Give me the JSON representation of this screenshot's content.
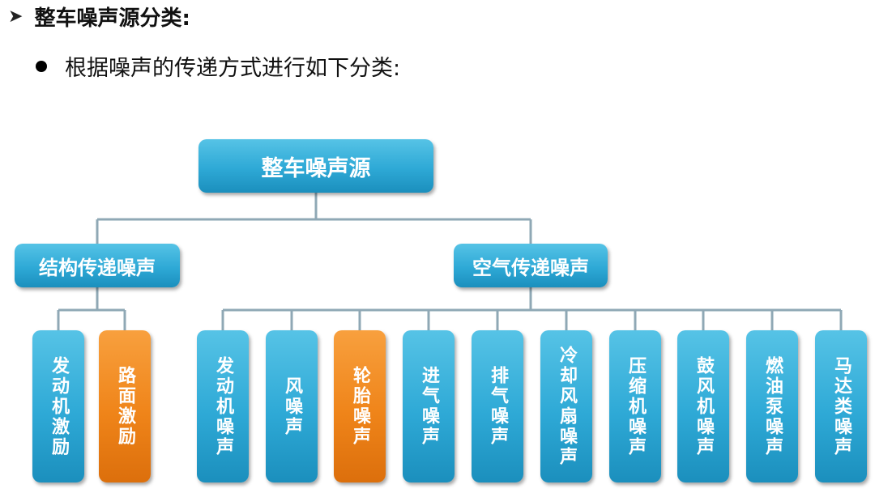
{
  "heading": {
    "arrow_icon": "triangle-right-icon",
    "text": "整车噪声源分类:"
  },
  "bullet": {
    "text": "根据噪声的传递方式进行如下分类:"
  },
  "tree": {
    "root": "整车噪声源",
    "structural": {
      "label": "结构传递噪声",
      "leaves": [
        "发动机激励",
        "路面激励"
      ]
    },
    "airborne": {
      "label": "空气传递噪声",
      "leaves": [
        "发动机噪声",
        "风噪声",
        "轮胎噪声",
        "进气噪声",
        "排气噪声",
        "冷却风扇噪声",
        "压缩机噪声",
        "鼓风机噪声",
        "燃油泵噪声",
        "马达类噪声"
      ]
    }
  },
  "colors": {
    "box_blue": "#2ea9d6",
    "box_orange": "#ef8419",
    "connector": "#8fa8b5"
  }
}
